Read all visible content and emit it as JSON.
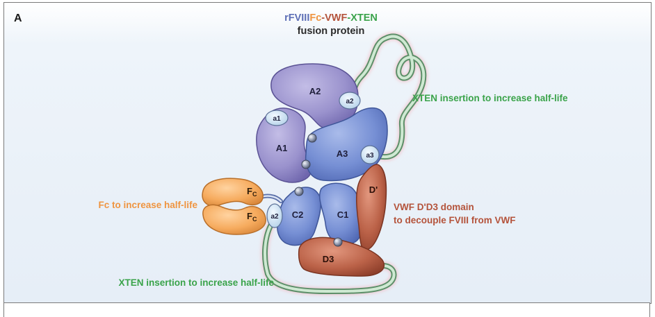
{
  "panel_letter": "A",
  "title": {
    "part_rfviii": "rFVIII",
    "part_fc": "Fc",
    "dash1": "-",
    "part_vwf": "VWF",
    "dash2": "-",
    "part_xten": "XTEN",
    "line2": "fusion protein"
  },
  "domains": {
    "a2_big": "A2",
    "a1_big": "A1",
    "a3_big": "A3",
    "c1": "C1",
    "c2": "C2",
    "d_prime": "D'",
    "d3": "D3",
    "fc_top": "F",
    "fc_top_sub": "C",
    "fc_bottom": "F",
    "fc_bottom_sub": "C",
    "a1_small": "a1",
    "a2_small_top": "a2",
    "a3_small": "a3",
    "a2_small_bottom": "a2"
  },
  "annotations": {
    "xten_top": "XTEN insertion to increase half-life",
    "fc": "Fc to increase half-life",
    "vwf_line1": "VWF D'D3 domain",
    "vwf_line2": "to decouple FVIII from VWF",
    "xten_bottom": "XTEN insertion to increase half-life"
  },
  "colors": {
    "fviii_purple": "#8f86c4",
    "fviii_blue": "#6f86cc",
    "fc_orange": "#f4a85b",
    "vwf_brown": "#b65c44",
    "xten_green": "#3aa34a",
    "small_domain": "#cfe3f1"
  }
}
